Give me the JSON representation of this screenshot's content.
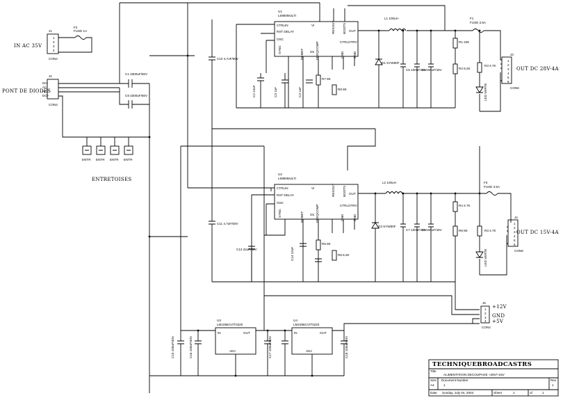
{
  "connectors": {
    "j1": {
      "ref": "J1",
      "name": "CON4",
      "pins": [
        "1",
        "2",
        "3",
        "4"
      ]
    },
    "j2": {
      "ref": "J2",
      "name": "CON4",
      "pins": [
        "DC-",
        "AC",
        "AC",
        "DC+"
      ]
    },
    "j3": {
      "ref": "J3",
      "name": "CON6",
      "pins": [
        "1",
        "2",
        "3",
        "4",
        "5",
        "6"
      ]
    },
    "j4": {
      "ref": "J4",
      "name": "CON6",
      "pins": [
        "1",
        "2",
        "3",
        "4",
        "5",
        "6"
      ]
    },
    "j5": {
      "ref": "J5",
      "name": "CON4",
      "pins": [
        "1",
        "2",
        "3",
        "4"
      ]
    }
  },
  "labels": {
    "in_ac": "IN AC 35V",
    "pont": "PONT DE DIODES",
    "entretoises": "ENTRETOISES",
    "out1": "OUT DC 28V-4A",
    "out2": "OUT DC 15V-4A",
    "plus12": "+12V",
    "gnd": "GND",
    "plus5": "+5V"
  },
  "fuses": {
    "f1": {
      "ref": "F1",
      "value": "FUSE 3.5A"
    },
    "f2": {
      "ref": "F2",
      "value": "FUSE 1A"
    },
    "f3": {
      "ref": "F3",
      "value": "FUSE 3.5A"
    }
  },
  "entr": [
    "ENTR",
    "ENTR",
    "ENTR",
    "ENTR"
  ],
  "reg1": {
    "ref": "U1",
    "part": "L5980MULTI",
    "pins": [
      "CTRLIN",
      "RST DELAY",
      "OSC",
      "VI",
      "SYNC",
      "INHIBIT",
      "SS",
      "FREQCOMP",
      "RESOUT",
      "BOOTS",
      "OUT",
      "CTRLOTRV",
      "GND",
      "GND",
      "GND"
    ]
  },
  "reg2": {
    "ref": "U2",
    "part": "L5980MULTI",
    "pins": [
      "CTRLIN",
      "RST DELAY",
      "OSC",
      "VI",
      "SYNC",
      "INHIBIT",
      "SS",
      "FREQCOMP",
      "RESOUT",
      "BOOTS",
      "OUT",
      "CTRLOTRV",
      "GND",
      "GND",
      "GND"
    ]
  },
  "reg3": {
    "ref": "U3",
    "part": "LM1086CV/T0220",
    "in": "IN",
    "out": "OUT",
    "adj": "ADJ"
  },
  "reg4": {
    "ref": "U4",
    "part": "LM1086CV/T0220",
    "in": "IN",
    "out": "OUT",
    "adj": "ADJ"
  },
  "parts": {
    "c1": "C1 3300uF/60V",
    "c9": "C9 3300uF/60V",
    "c10": "C10 4,7uF/60V",
    "c11": "C11 4,7uF/60V",
    "c12": "C12 22uF/60V",
    "l1": "L1 100uH",
    "l2": "L2 100uH",
    "d1": "D1 SYW80F",
    "d3": "D3 SYW80F",
    "r1": "R1 22K",
    "r2": "R2 8.2K",
    "r3": "R3 4.7K",
    "r4": "R4 4.7K",
    "r5": "R5 8K",
    "r6": "R6 8.2K",
    "r7": "R7 8K",
    "r8": "R8 8K",
    "led1": "LED VERTE",
    "led2": "LED VERTE",
    "c3": "C3 1uF",
    "c4": "C4 1uF",
    "c5": "C5 100uF/40V",
    "c6": "C6 100uF/40V",
    "c7": "C7 100uF/40V",
    "c8": "C8 100uF/40V",
    "c2": "C2 22uF",
    "c13": "C13 22uF/60V",
    "c14": "C14 22uF",
    "c15": "C15 100uF/40V",
    "c16": "C16 100uF/40V",
    "c17": "C17 100uF/40V",
    "c18": "C18 100uF/40V"
  },
  "title_block": {
    "company": "TECHNIQUEBROADCASTRS",
    "title_label": "Title",
    "title": "ALIMENTATION DECOUPAGE +28V/+15V",
    "size_label": "Size",
    "size": "A4",
    "docnum_label": "Document Number",
    "docnum": "1",
    "rev_label": "Rev",
    "rev": "1",
    "date_label": "Date",
    "date": "Sunday, July 04, 2004",
    "sheet_label": "Sheet",
    "sheet": "1",
    "of_label": "of",
    "of": "1"
  }
}
